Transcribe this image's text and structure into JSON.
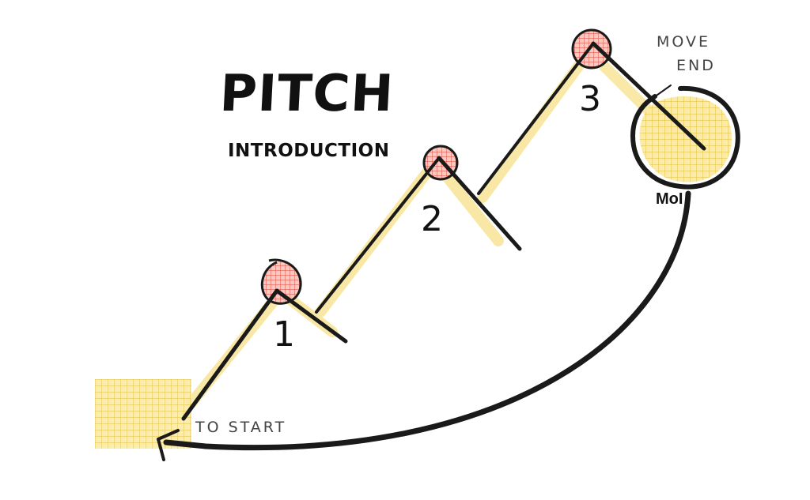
{
  "title": "PITCH",
  "subtitle": "INTRODUCTION",
  "steps": [
    "1",
    "2",
    "3"
  ],
  "labels": {
    "move_end": "MOVE END",
    "move": "MOVE",
    "end": "END",
    "mol": "MoI",
    "to_start": "TO START"
  },
  "colors": {
    "highlight": "#f9e596",
    "grid_yellow": "#e4b92a",
    "grid_red": "#e0443a",
    "ink": "#1a1a1a"
  },
  "icons": [
    "pivot-circle-icon",
    "end-circle-icon",
    "return-arrow-icon"
  ]
}
